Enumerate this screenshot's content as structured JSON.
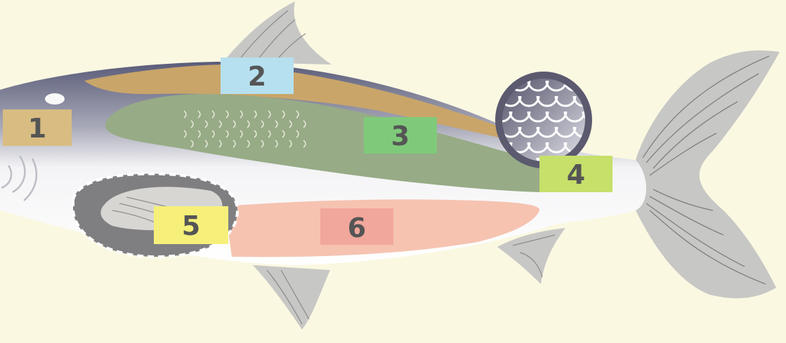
{
  "colors": {
    "background": "#fbf8e2",
    "fin": "#c7c7c5",
    "body_top": "#6d6f88",
    "body_bottom": "#ffffff",
    "back_band": "#c9a56a",
    "side_muscle": "#97ab86",
    "belly_meat": "#f6c3b1",
    "scale_circle": "#5b5a6e",
    "label_text": "#555555"
  },
  "zones": [
    {
      "id": "1",
      "label": "1",
      "part": "head",
      "color": "#d8bc82"
    },
    {
      "id": "2",
      "label": "2",
      "part": "back",
      "color": "#b6e0ef"
    },
    {
      "id": "3",
      "label": "3",
      "part": "side",
      "color": "#7fca7a"
    },
    {
      "id": "4",
      "label": "4",
      "part": "scales",
      "color": "#c6e06a"
    },
    {
      "id": "5",
      "label": "5",
      "part": "stomach",
      "color": "#f6f07a"
    },
    {
      "id": "6",
      "label": "6",
      "part": "belly",
      "color": "#f1a79b"
    }
  ]
}
